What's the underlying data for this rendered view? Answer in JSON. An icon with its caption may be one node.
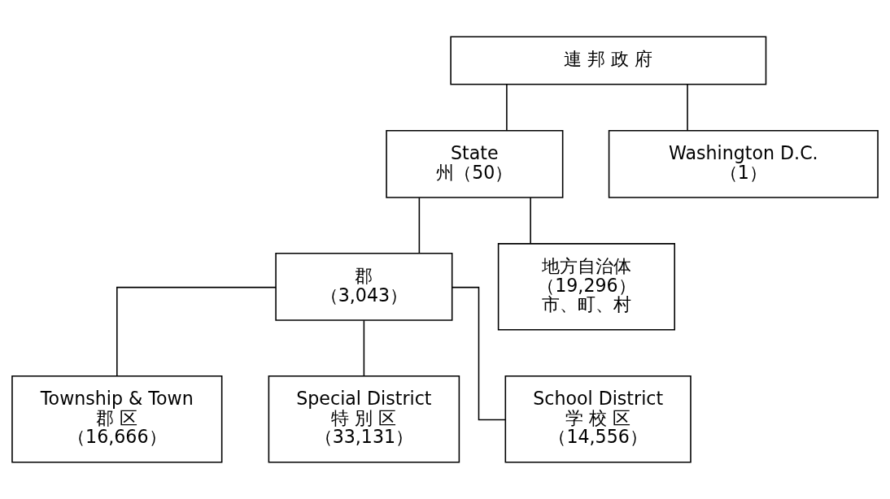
{
  "diagram": {
    "nodes": [
      {
        "text": [
          "連 邦 政 府"
        ]
      },
      {
        "text": [
          "State",
          "州（50）"
        ]
      },
      {
        "text": [
          "Washington D.C.",
          "（1）"
        ]
      },
      {
        "text": [
          "郡",
          "（3,043）"
        ]
      },
      {
        "text": [
          "地方自治体",
          "（19,296）",
          "市、町、村"
        ]
      },
      {
        "text": [
          "Township & Town",
          "郡 区",
          "（16,666）"
        ]
      },
      {
        "text": [
          "Special District",
          "特 別 区",
          "（33,131）"
        ]
      },
      {
        "text": [
          "School District",
          "学 校 区",
          "（14,556）"
        ]
      }
    ],
    "edges": [
      {
        "from": 0,
        "to": 1,
        "arrow": "none"
      },
      {
        "from": 0,
        "to": 2,
        "arrow": "none"
      },
      {
        "from": 1,
        "to": 3,
        "arrow": "none"
      },
      {
        "from": 1,
        "to": 4,
        "arrow": "none"
      },
      {
        "from": 3,
        "to": 5,
        "arrow": "none"
      },
      {
        "from": 3,
        "to": 6,
        "arrow": "none"
      },
      {
        "from": 3,
        "to": 7,
        "arrow": "none"
      }
    ]
  }
}
